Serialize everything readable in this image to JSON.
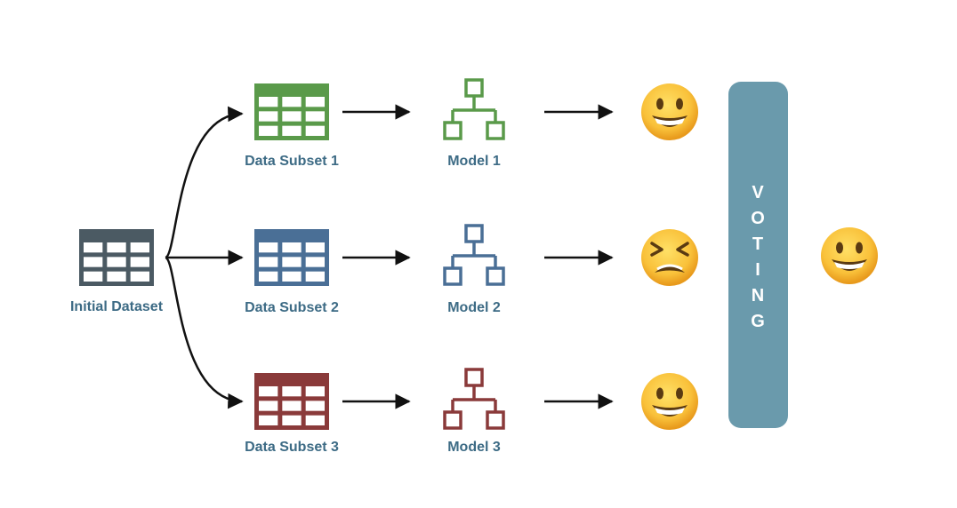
{
  "initial_dataset": {
    "label": "Initial Dataset",
    "color": "#4b5a63"
  },
  "subsets": [
    {
      "label": "Data Subset 1",
      "color": "#5a9a4a"
    },
    {
      "label": "Data Subset 2",
      "color": "#4a6f96"
    },
    {
      "label": "Data Subset 3",
      "color": "#8a3a3a"
    }
  ],
  "models": [
    {
      "label": "Model 1",
      "color": "#5a9a4a"
    },
    {
      "label": "Model 2",
      "color": "#4a6f96"
    },
    {
      "label": "Model 3",
      "color": "#8a3a3a"
    }
  ],
  "predictions": [
    {
      "icon": "grinning-face-icon"
    },
    {
      "icon": "tired-face-icon"
    },
    {
      "icon": "grinning-face-icon"
    }
  ],
  "voting": {
    "letters": [
      "V",
      "O",
      "T",
      "I",
      "N",
      "G"
    ],
    "color": "#6a9aac"
  },
  "final_prediction": {
    "icon": "grinning-face-icon"
  },
  "label_color": "#3d6b85",
  "arrow_color": "#111111"
}
